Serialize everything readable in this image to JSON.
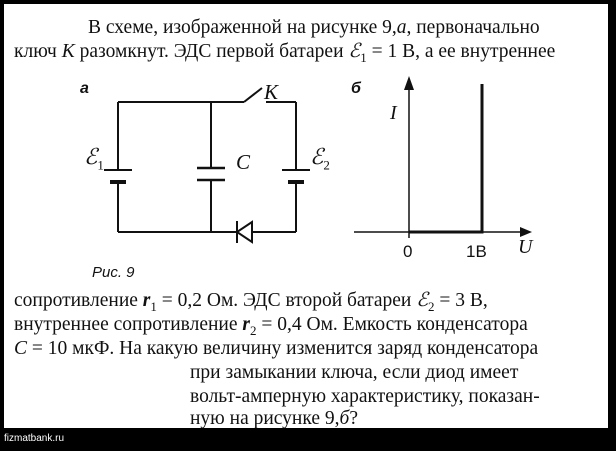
{
  "text": {
    "line1": "В схеме, изображенной на рисунке  9,",
    "line1_a": "а",
    "line1_end": ", первоначально",
    "line2_pre": "ключ ",
    "line2_K": "K",
    "line2_mid": " разомкнут. ЭДС первой батареи ",
    "line2_E": "ℰ",
    "line2_sub": "1",
    "line2_post": " = 1 В, а ее внутреннее",
    "line3_pre": "сопротивление ",
    "line3_r": "r",
    "line3_r_sub": "1",
    "line3_mid": " = 0,2 Ом. ЭДС второй батареи ",
    "line3_E": "ℰ",
    "line3_E_sub": "2",
    "line3_post": " = 3 В,",
    "line4_pre": "внутреннее сопротивление ",
    "line4_r": "r",
    "line4_r_sub": "2",
    "line4_post": " = 0,4 Ом. Емкость конденсатора",
    "line5_C": "C",
    "line5_post": " = 10 мкФ. На какую величину изменится заряд конденсатора",
    "line6": "при замыкании ключа, если диод имеет",
    "line7": "вольт-амперную характеристику, показан-",
    "line8_pre": "ную на рисунке  9,",
    "line8_b": "б",
    "line8_post": "?"
  },
  "figure": {
    "label_a": "а",
    "label_b": "б",
    "key_label": "K",
    "E1": "ℰ",
    "E1_sub": "1",
    "C_label": "C",
    "E2": "ℰ",
    "E2_sub": "2",
    "caption": "Рис. 9",
    "axis_I": "I",
    "axis_U": "U",
    "tick_0": "0",
    "tick_1B": "1B"
  },
  "watermark": "fizmatbank.ru",
  "chart_data": {
    "type": "line",
    "xlabel": "U",
    "ylabel": "I",
    "x_ticks": [
      "0",
      "1B"
    ],
    "series": [
      {
        "x": [
          0,
          1,
          1
        ],
        "y": [
          0,
          0,
          1
        ]
      }
    ]
  }
}
